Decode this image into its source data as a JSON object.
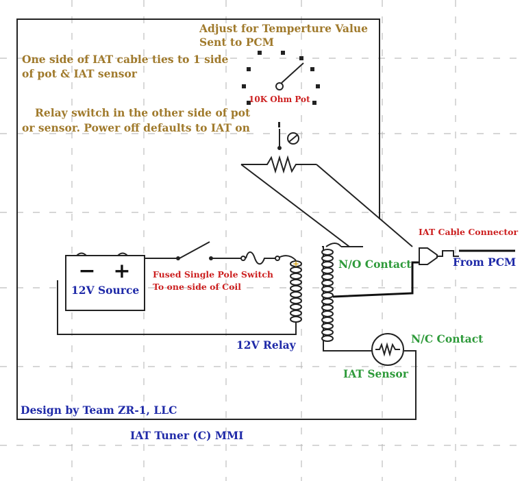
{
  "labels": {
    "adjust_line1": "Adjust for Temperture Value",
    "adjust_line2": "Sent to PCM",
    "iat_ties_line1": "One side of IAT cable ties to  1  side",
    "iat_ties_line2": "of pot & IAT sensor",
    "pot": "10K Ohm Pot",
    "relay_switch_line1": "Relay  switch in the other side of pot",
    "relay_switch_line2": "or sensor. Power off defaults to IAT on",
    "iat_connector": "IAT Cable Connector",
    "from_pcm": "From PCM",
    "no_contact": "N/O Contact",
    "source": "12V Source",
    "fused_line1": "Fused Single Pole Switch",
    "fused_line2": "To one side of Coil",
    "relay": "12V Relay",
    "nc_contact": "N/C Contact",
    "iat_sensor": "IAT Sensor",
    "design": "Design by Team ZR-1, LLC",
    "tuner": "IAT Tuner (C) MMI",
    "battery_minus": "−",
    "battery_plus": "+",
    "coil_plus": "+"
  },
  "colors": {
    "note_text": "#a07a2c",
    "part_label": "#cc1f1f",
    "contact_label": "#2e9a3a",
    "title_label": "#1f2aa8",
    "grid": "#bdbdbd",
    "wire": "#222222"
  }
}
